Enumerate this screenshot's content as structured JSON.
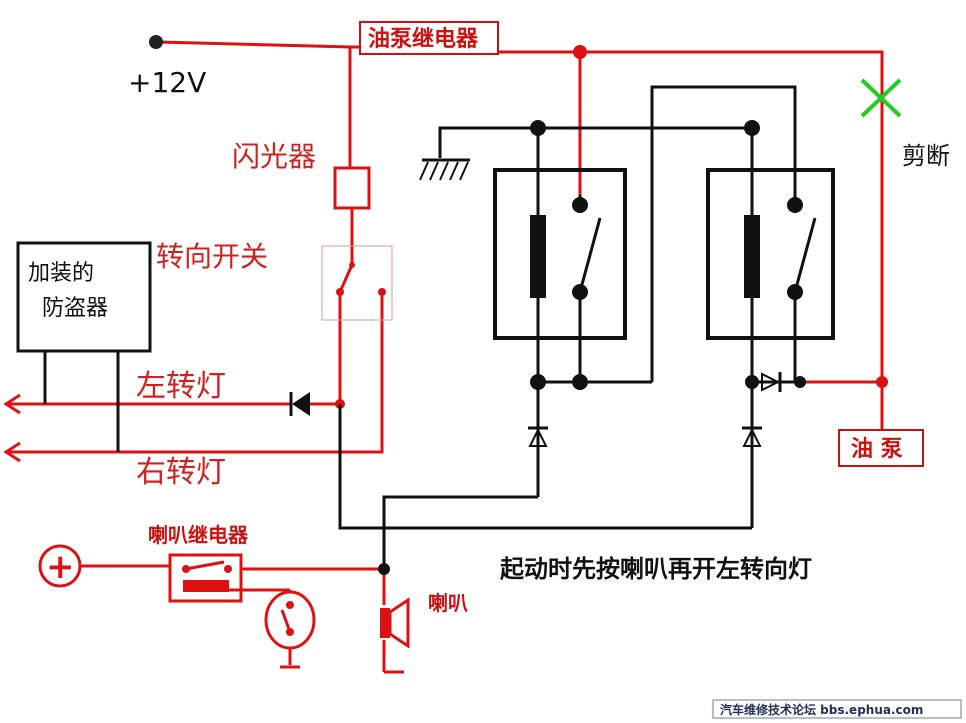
{
  "labels": {
    "supply_voltage": "+12V",
    "flasher": "闪光器",
    "turn_switch": "转向开关",
    "anti_theft": "加装的防盗器",
    "anti_theft_line1": "加装的",
    "anti_theft_line2": "防盗器",
    "left_turn": "左转灯",
    "right_turn": "右转灯",
    "fuel_pump_relay": "油泵继电器",
    "cut": "剪断",
    "fuel_pump": "油 泵",
    "horn_relay": "喇叭继电器",
    "horn": "喇叭",
    "plus_symbol": "+",
    "instruction": "起动时先按喇叭再开左转向灯",
    "footer": "汽车维修技术论坛 bbs.ephua.com"
  },
  "colors": {
    "wire_red": "#dd1111",
    "wire_black": "#111111",
    "cut_mark": "#22cc22",
    "box_border": "#cc1111",
    "background": "#ffffff"
  }
}
